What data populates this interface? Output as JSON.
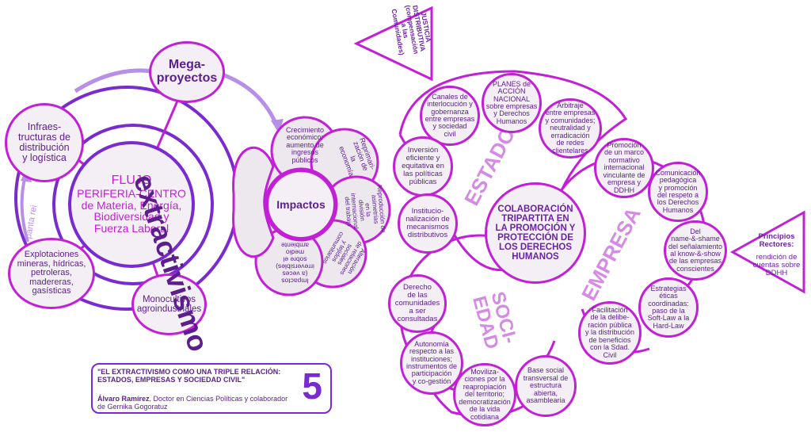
{
  "left": {
    "mega": "Mega-\nproyectos",
    "infra": "Infraes-\ntructuras de\ndistribución\ny logística",
    "explot": "Explotaciones\nmineras, hídricas,\npetroleras,\nmadereras,\ngasísticas",
    "mono": "Monocultivos\nagroindustriales",
    "flujo_title": "FLUJO",
    "flujo_body": "PERIFERIA-CENTRO\nde Materia, Energía,\nBiodiversidad y\nFuerza Laboral",
    "extractivismo": "extractivismo",
    "pantarei": "panta rei",
    "impactos": "Impactos",
    "petals": [
      "Crecimiento\neconómico;\naumento de\ningresos\npúblicos",
      "Reprimari-\nzación de\nla\neconomía",
      "Reproducción de\nasimetrías\nen la\ndivisión\ninternacional\ndel trabajo",
      "Alteración\nde relaciones\nsociales\ny tejidos\ncomunitarios",
      "Impactos\n(a veces\nirreversibles)\nsobre el\nmedio\nambiente"
    ]
  },
  "right": {
    "justicia": "JUSTICIA\nDISTRIBUTIVA\n(compensación\na las\nComunidades)",
    "principios_title": "Principios\nRectores:",
    "principios_body": "rendición de\ncuentas sobre\nDDHH",
    "center": "COLABORACIÓN\nTRIPARTITA EN\nLA PROMOCIÓN Y\nPROTECCIÓN DE\nLOS DERECHOS\nHUMANOS",
    "estados_label": "ESTADOS",
    "empresa_label": "EMPRESA",
    "sociedad_label": "SOCI-\nEDAD",
    "estados_nodes": [
      "Canales de\ninterlocución y\ngobernanza\nentre empresas\ny sociedad\ncivil",
      "PLANES de\nACCIÓN\nNACIONAL\nsobre empresas\ny Derechos\nHumanos",
      "Arbitraje\nentre empresas\ny comunidades;\nneutralidad y\nerradicación\nde redes\nclientelares",
      "Inversión\neficiente y\nequitativa en\nlas políticas\npúblicas",
      "Institucio-\nnalización de\nmecanismos\ndistributivos"
    ],
    "empresa_nodes": [
      "Promoción\nde un marco\nnormativo\ninternacional\nvinculante de\nempresa y\nDDHH",
      "Comunicación\npedagógica\ny promoción\ndel respeto a\nlos Derechos\nHumanos",
      "Del\nname-&-shame\ndel señalamiento\nal know-&-show\nde las empresas\nconscientes",
      "Estrategias\néticas\ncoordinadas:\npaso de la\nSoft-Law a la\nHard-Law",
      "Facilitación\nde la delibe-\nración pública\ny la distribución\nde beneficios\ncon la Sdad.\nCivil"
    ],
    "sociedad_nodes": [
      "Derecho\nde las\ncomunidades\na ser\nconsultadas",
      "Autonomía\nrespecto a las\ninstituciones;\ninstrumentos de\nparticipación\ny co-gestión",
      "Moviliza-\nciones por la\nreapropiación\ndel territorio;\ndemocratización\nde la vida\ncotidiana",
      "Base social\ntransversal de\nestructura\nabierta,\nasamblearia"
    ]
  },
  "caption": {
    "title": "\"EL EXTRACTIVISMO COMO UNA TRIPLE RELACIÓN:\nESTADOS, EMPRESAS Y SOCIEDAD CIVIL\"",
    "author": "Álvaro Ramírez",
    "author_rest": ", Doctor en Ciencias Políticas y colaborador\nde Gernika Gogoratuz",
    "number": "5"
  },
  "colors": {
    "magenta": "#c21fd6",
    "purple": "#7a2bd0",
    "text": "#5b1e8c",
    "fill": "#f3eff4",
    "light": "#d58ae3"
  }
}
